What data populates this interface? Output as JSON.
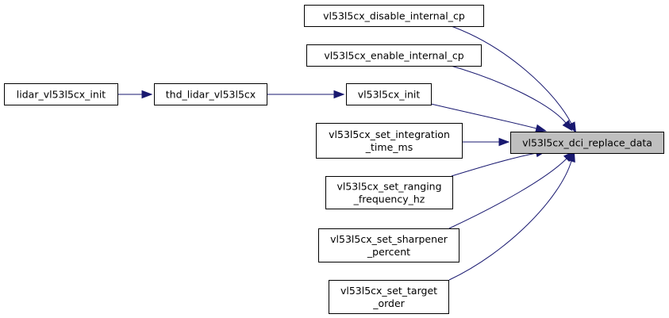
{
  "graph": {
    "nodes": [
      {
        "id": "lidar_init",
        "lines": [
          "lidar_vl53l5cx_init"
        ]
      },
      {
        "id": "thd_lidar",
        "lines": [
          "thd_lidar_vl53l5cx"
        ]
      },
      {
        "id": "init",
        "lines": [
          "vl53l5cx_init"
        ]
      },
      {
        "id": "disable_cp",
        "lines": [
          "vl53l5cx_disable_internal_cp"
        ]
      },
      {
        "id": "enable_cp",
        "lines": [
          "vl53l5cx_enable_internal_cp"
        ]
      },
      {
        "id": "integration",
        "lines": [
          "vl53l5cx_set_integration",
          "_time_ms"
        ]
      },
      {
        "id": "ranging",
        "lines": [
          "vl53l5cx_set_ranging",
          "_frequency_hz"
        ]
      },
      {
        "id": "sharpener",
        "lines": [
          "vl53l5cx_set_sharpener",
          "_percent"
        ]
      },
      {
        "id": "target_order",
        "lines": [
          "vl53l5cx_set_target",
          "_order"
        ]
      },
      {
        "id": "replace_data",
        "lines": [
          "vl53l5cx_dci_replace_data"
        ],
        "focus": true
      }
    ],
    "edges": [
      {
        "from": "disable_cp",
        "to": "replace_data"
      },
      {
        "from": "enable_cp",
        "to": "replace_data"
      },
      {
        "from": "init",
        "to": "replace_data"
      },
      {
        "from": "integration",
        "to": "replace_data"
      },
      {
        "from": "ranging",
        "to": "replace_data"
      },
      {
        "from": "sharpener",
        "to": "replace_data"
      },
      {
        "from": "target_order",
        "to": "replace_data"
      },
      {
        "from": "thd_lidar",
        "to": "init"
      },
      {
        "from": "lidar_init",
        "to": "thd_lidar"
      }
    ]
  },
  "colors": {
    "edge": "#191970",
    "focus_fill": "#bfbfbf",
    "node_fill": "#ffffff",
    "node_stroke": "#000000"
  }
}
